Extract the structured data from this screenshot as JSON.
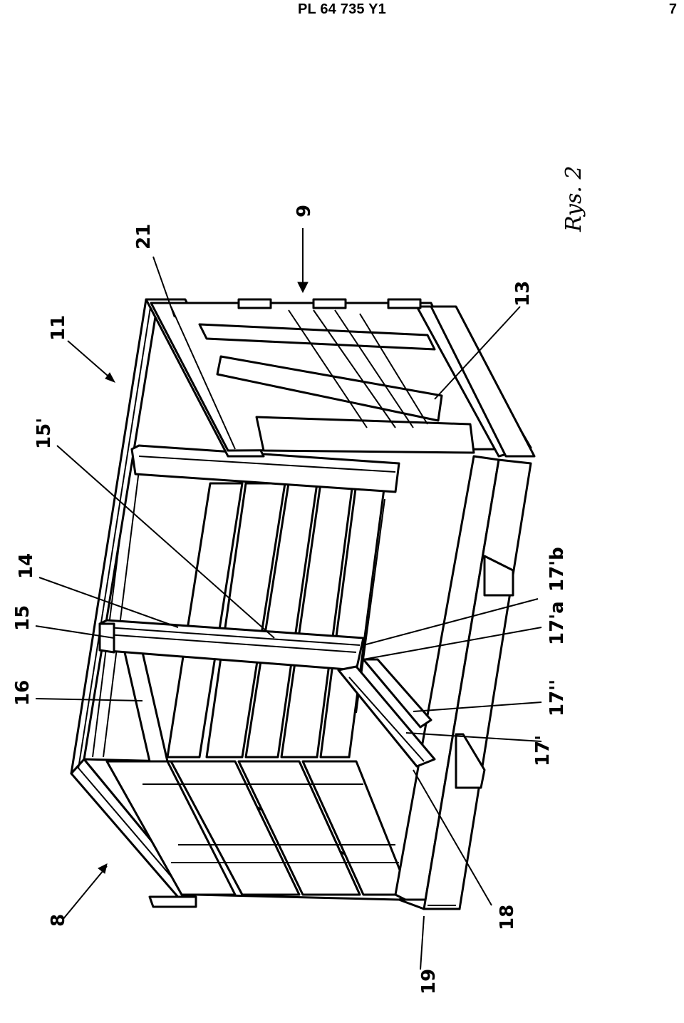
{
  "header": {
    "patent_number": "PL 64 735 Y1",
    "page_number": "7"
  },
  "figure": {
    "caption": "Rys. 2",
    "labels": {
      "l8": "8",
      "l9": "9",
      "l11": "11",
      "l13": "13",
      "l14": "14",
      "l15": "15",
      "l15p": "15'",
      "l16": "16",
      "l17p": "17'",
      "l17pp": "17''",
      "l17a": "17'a",
      "l17b": "17'b",
      "l18": "18",
      "l19": "19",
      "l21": "21"
    }
  }
}
